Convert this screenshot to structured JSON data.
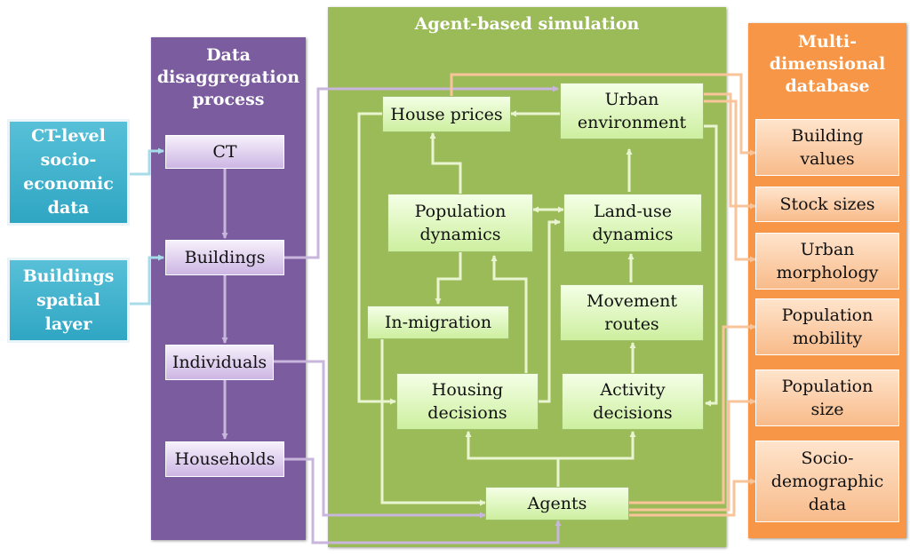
{
  "sources": {
    "ct_data": "CT-level\nsocio-\neconomic\ndata",
    "buildings_layer": "Buildings\nspatial\nlayer"
  },
  "disaggregation": {
    "title": "Data\ndisaggregation\nprocess",
    "boxes": [
      "CT",
      "Buildings",
      "Individuals",
      "Households"
    ]
  },
  "simulation": {
    "title": "Agent-based simulation",
    "house_prices": "House prices",
    "urban_environment": "Urban\nenvironment",
    "population_dynamics": "Population\ndynamics",
    "land_use_dynamics": "Land-use\ndynamics",
    "in_migration": "In-migration",
    "movement_routes": "Movement\nroutes",
    "housing_decisions": "Housing\ndecisions",
    "activity_decisions": "Activity\ndecisions",
    "agents": "Agents"
  },
  "database": {
    "title": "Multi-\ndimensional\ndatabase",
    "boxes": [
      "Building\nvalues",
      "Stock sizes",
      "Urban\nmorphology",
      "Population\nmobility",
      "Population\nsize",
      "Socio-\ndemographic\ndata"
    ]
  },
  "colors": {
    "purple_panel": "#7b5c9e",
    "green_panel": "#9bbb59",
    "orange_panel": "#f79646",
    "cyan_source": "#31a8c4",
    "lavender_wire": "#c8b6dc",
    "green_wire": "#e4f2c8",
    "orange_wire": "#f8c49a"
  }
}
